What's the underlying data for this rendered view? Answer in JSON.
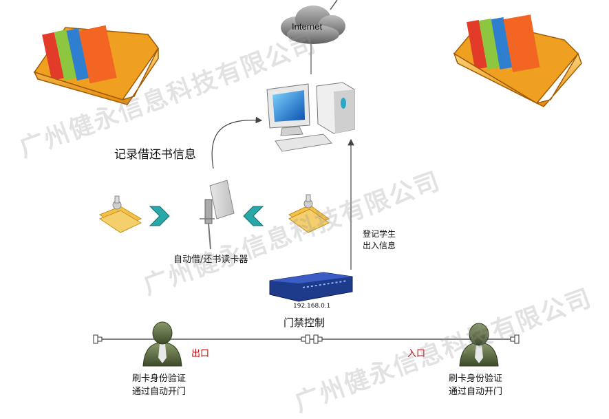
{
  "cloud": {
    "label": "Internet"
  },
  "labels": {
    "record_info": "记录借还书信息",
    "reader": "自动借/还书读卡器",
    "register_line1": "登记学生",
    "register_line2": "出入信息",
    "ip": "192.168.0.1",
    "access_control": "门禁控制",
    "exit": "出口",
    "entrance": "入口",
    "person_left_line1": "刷卡身份验证",
    "person_left_line2": "通过自动开门",
    "person_right_line1": "刷卡身份验证",
    "person_right_line2": "通过自动开门"
  },
  "watermark": "广州健永信息科技有限公司",
  "colors": {
    "exit_red": "#c00000",
    "arrow_teal": "#2aa7a7",
    "device_blue": "#1e3a8a",
    "shelf_orange": "#f39c12"
  }
}
